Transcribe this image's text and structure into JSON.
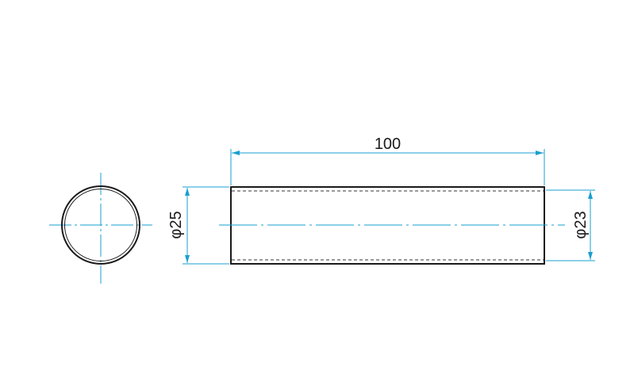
{
  "colors": {
    "outline": "#1a1a1a",
    "dimension": "#1a9fd0",
    "centerline": "#1a9fd0",
    "hidden": "#333333",
    "background": "#ffffff"
  },
  "dimensions": {
    "length": "100",
    "outer_diameter": "φ25",
    "inner_diameter": "φ23"
  }
}
